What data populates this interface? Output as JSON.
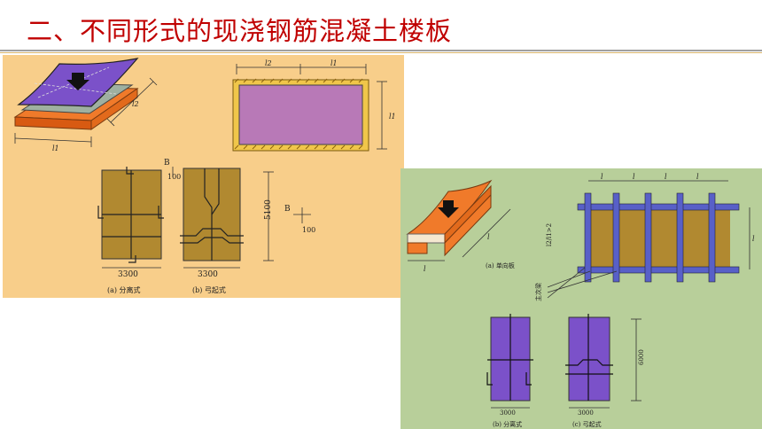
{
  "title": "二、不同形式的现浇钢筋混凝土楼板",
  "panel1": {
    "dims": {
      "l1_a": "l1",
      "l2_a": "l2",
      "l2_b": "l2",
      "l1_b": "l1",
      "l1_c": "l1",
      "b_top": "B",
      "b_100": "100",
      "d_5100": "5100",
      "b_side": "B",
      "d_side_100": "100",
      "w_a": "3300",
      "w_b": "3300"
    },
    "captions": {
      "a": "(a) 分离式",
      "b": "(b) 弓起式"
    }
  },
  "panel2": {
    "dims": {
      "l_a": "l",
      "l_b": "l",
      "l_c1": "l",
      "l_c2": "l",
      "l_c3": "l",
      "l_c4": "l",
      "l_side": "l",
      "ratio": "l2/l1>2",
      "beam": "主次梁",
      "d_6000": "6000",
      "w_a": "3000",
      "w_b": "3000"
    },
    "captions": {
      "top": "(a) 单向板",
      "a": "(b) 分离式",
      "b": "(c) 弓起式"
    }
  },
  "colors": {
    "title": "#c00000",
    "panel1_bg": "#f8ce8a",
    "panel2_bg": "#b8cf9a",
    "slab_purple": "#7b51c9",
    "slab_brown": "#b18930",
    "wall_orange": "#f07a2a"
  }
}
